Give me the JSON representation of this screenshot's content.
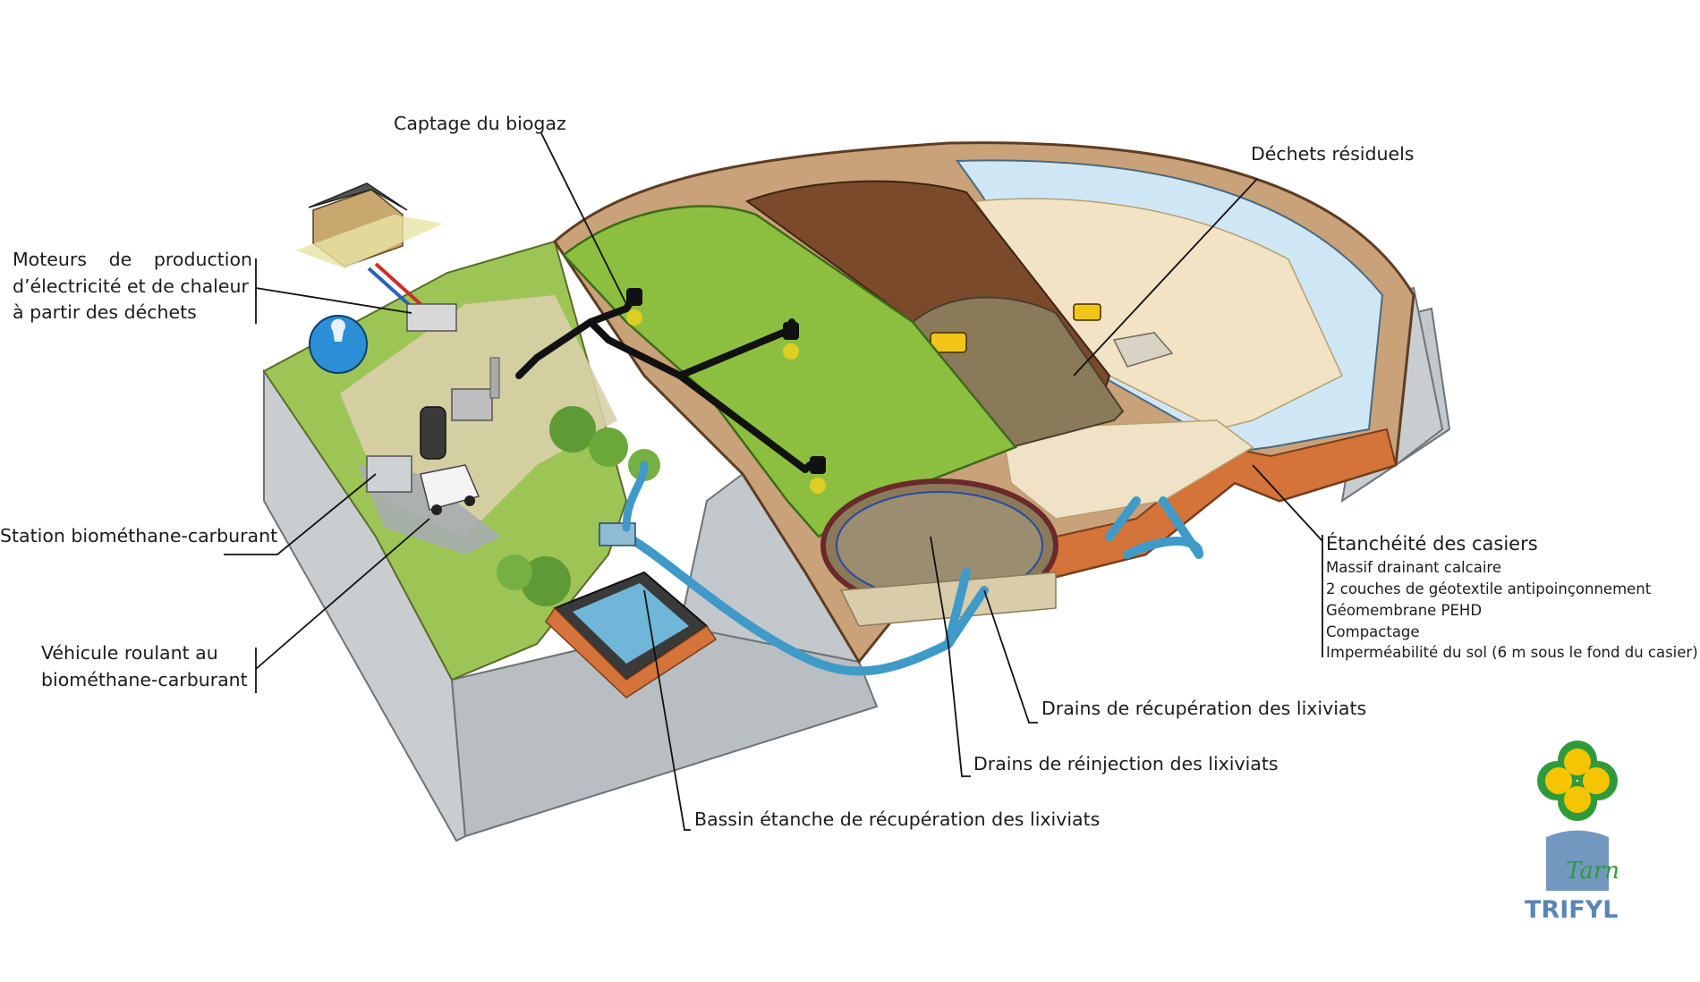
{
  "labels": {
    "captage": "Captage du biogaz",
    "dechets": "Déchets résiduels",
    "moteurs": [
      "Moteurs de production",
      "d’électricité et de chaleur",
      "à partir des déchets"
    ],
    "station": "Station biométhane-carburant",
    "vehicule": [
      "Véhicule roulant au",
      "biométhane-carburant"
    ],
    "etancheite": {
      "title": "Étanchéité des casiers",
      "items": [
        "Massif drainant calcaire",
        "2 couches de géotextile antipoinçonnement",
        "Géomembrane PEHD",
        "Compactage",
        "Imperméabilité du sol (6 m sous le fond du casier)"
      ]
    },
    "drains_recuperation": "Drains de récupération des lixiviats",
    "drains_reinjection": "Drains de réinjection des lixiviats",
    "bassin": "Bassin étanche de récupération des lixiviats"
  },
  "logo": {
    "script": "Tarn",
    "brand": "TRIFYL"
  },
  "colors": {
    "grass": "#8cbf3f",
    "soil": "#7a4a2a",
    "waste": "#8a7a5a",
    "sand": "#f1e3c4",
    "liner_blue": "#cfe6f5",
    "pipe_blue": "#3f9ac8",
    "rock": "#b9bec2",
    "logo_green": "#2e9a3a",
    "logo_yellow": "#f6c400",
    "logo_blue": "#5b86b4"
  }
}
